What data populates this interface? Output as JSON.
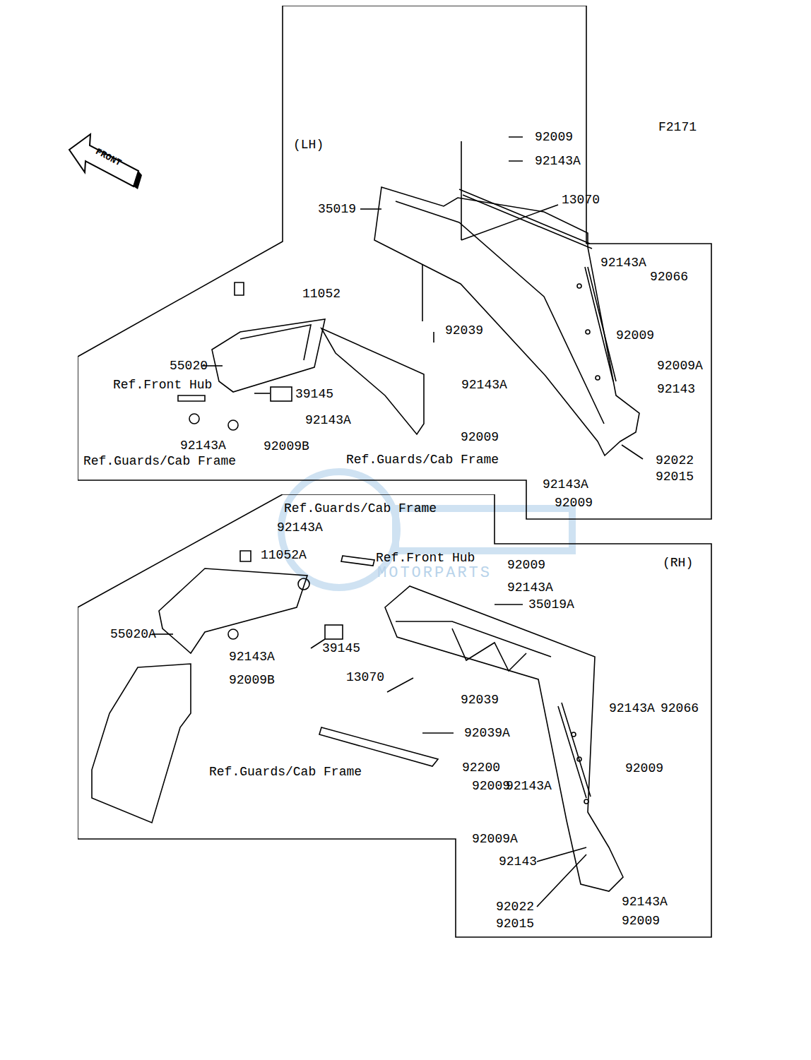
{
  "diagram": {
    "nodes": [
      {
        "text": [
          "(LH)"
        ]
      },
      {
        "text": [
          "(RH)"
        ]
      }
    ],
    "labels": [
      "F2171",
      "FRONT",
      "92009",
      "92143A",
      "13070",
      "35019",
      "92143A",
      "92066",
      "11052",
      "92009",
      "92039",
      "92009A",
      "55020",
      "Ref.Front Hub",
      "39145",
      "92143A",
      "92143",
      "92143A",
      "92009",
      "92143A",
      "92009B",
      "Ref.Guards/Cab Frame",
      "Ref.Guards/Cab Frame",
      "92022",
      "92015",
      "92143A",
      "92009",
      "Ref.Guards/Cab Frame",
      "92143A",
      "11052A",
      "Ref.Front Hub",
      "92009",
      "92143A",
      "35019A",
      "55020A",
      "39145",
      "92143A",
      "92009B",
      "13070",
      "92039",
      "92039A",
      "92143A",
      "92066",
      "92009",
      "Ref.Guards/Cab Frame",
      "92200",
      "92009",
      "92143A",
      "92009A",
      "92143",
      "92143A",
      "92022",
      "92015",
      "92009",
      "MOTORPARTS"
    ]
  }
}
